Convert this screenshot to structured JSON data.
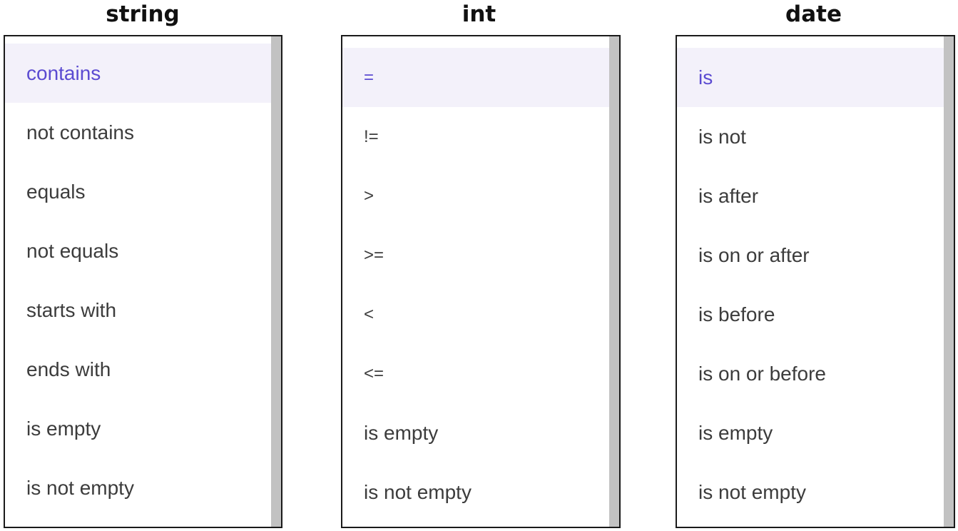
{
  "string_column": {
    "title": "string",
    "options": [
      "contains",
      "not contains",
      "equals",
      "not equals",
      "starts with",
      "ends with",
      "is empty",
      "is not empty"
    ],
    "selected": "contains"
  },
  "int_column": {
    "title": "int",
    "options": [
      "=",
      "!=",
      ">",
      ">=",
      "<",
      "<=",
      "is empty",
      "is not empty"
    ],
    "selected": "="
  },
  "date_column": {
    "title": "date",
    "options": [
      "is",
      "is not",
      "is after",
      "is on or after",
      "is before",
      "is on or before",
      "is empty",
      "is not empty"
    ],
    "selected": "is"
  },
  "colors": {
    "selected_text": "#5b4bd1",
    "selected_background": "#f3f1fa",
    "item_text": "#3c3c3c",
    "scrollbar": "#c2c2c2",
    "border": "#1a1a1a"
  }
}
